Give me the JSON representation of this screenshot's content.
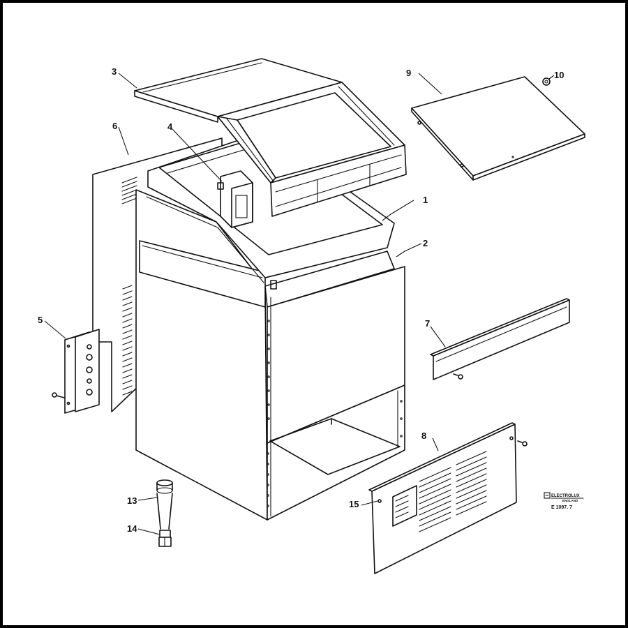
{
  "callouts": [
    "1",
    "2",
    "3",
    "4",
    "5",
    "6",
    "7",
    "8",
    "9",
    "10",
    "13",
    "14",
    "15"
  ],
  "maker_mark": {
    "brand": "ELECTROLUX",
    "sub": "ENGLAND",
    "code": "E 1097. 7"
  }
}
